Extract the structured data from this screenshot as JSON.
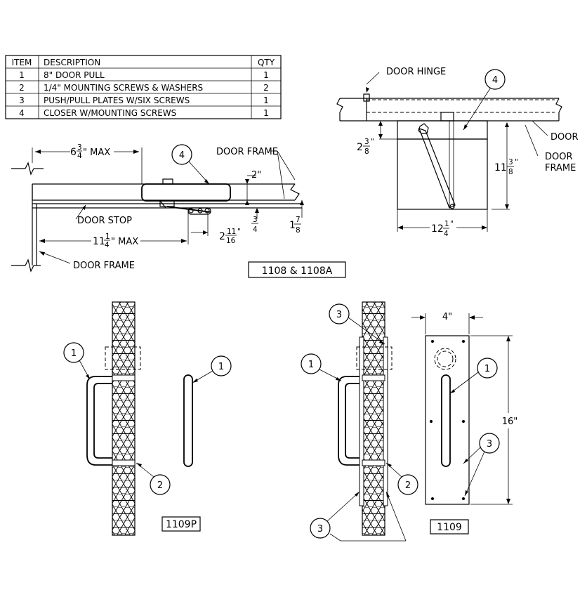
{
  "parts_table": {
    "headers": [
      "ITEM",
      "DESCRIPTION",
      "QTY"
    ],
    "rows": [
      {
        "item": "1",
        "description": "8\" DOOR PULL",
        "qty": "1"
      },
      {
        "item": "2",
        "description": "1/4\" MOUNTING SCREWS & WASHERS",
        "qty": "2"
      },
      {
        "item": "3",
        "description": "PUSH/PULL PLATES W/SIX SCREWS",
        "qty": "1"
      },
      {
        "item": "4",
        "description": "CLOSER W/MOUNTING SCREWS",
        "qty": "1"
      }
    ]
  },
  "closer_side_view": {
    "dim_max_whole": "6",
    "dim_max_num": "3",
    "dim_max_den": "4",
    "dim_max_suffix": "\" MAX",
    "door_frame_label": "DOOR FRAME",
    "two_inch": "2\"",
    "door_stop_label": "DOOR STOP",
    "dim_11_whole": "11",
    "dim_11_num": "1",
    "dim_11_den": "4",
    "dim_11_suffix": "\" MAX",
    "dim_2_whole": "2",
    "dim_2_num": "11",
    "dim_2_den": "16",
    "dim_2_suffix": "\"",
    "dim_34_num": "3",
    "dim_34_den": "4",
    "dim_178_whole": "1",
    "dim_178_num": "7",
    "dim_178_den": "8",
    "bottom_frame_label": "DOOR FRAME",
    "balloon": "4",
    "model_label": "1108 & 1108A"
  },
  "closer_top_view": {
    "door_hinge_label": "DOOR HINGE",
    "door_label": "DOOR",
    "door_frame_label_1": "DOOR",
    "door_frame_label_2": "FRAME",
    "dim_238_whole": "2",
    "dim_238_num": "3",
    "dim_238_den": "8",
    "dim_1138_whole": "11",
    "dim_1138_num": "3",
    "dim_1138_den": "8",
    "dim_1214_whole": "12",
    "dim_1214_num": "1",
    "dim_1214_den": "4",
    "inch_mark": "\"",
    "balloon": "4"
  },
  "pull_1109p": {
    "balloon_pull_a": "1",
    "balloon_pull_b": "1",
    "balloon_screws": "2",
    "model_label": "1109P"
  },
  "pull_1109": {
    "balloon_plate_top": "3",
    "balloon_pull_a": "1",
    "balloon_pull_b": "1",
    "balloon_screws": "2",
    "balloon_plate_right": "3",
    "balloon_plate_bottom": "3",
    "dim_width": "4\"",
    "dim_height": "16\"",
    "model_label": "1109"
  }
}
